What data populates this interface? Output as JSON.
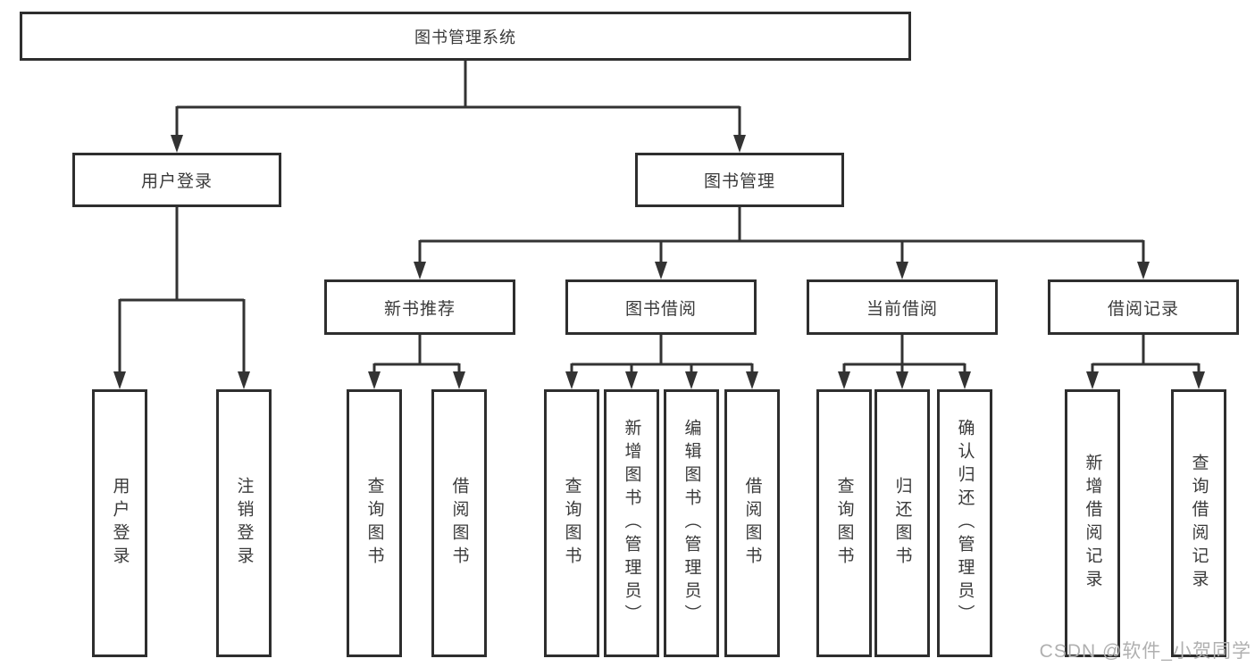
{
  "colors": {
    "line": "#333333",
    "border": "#2e2e2e",
    "text": "#3a3a3a",
    "watermark": "#b0b0b0",
    "background": "#ffffff"
  },
  "nodes": {
    "root": "图书管理系统",
    "user_login": "用户登录",
    "book_management": "图书管理",
    "new_book_recommend": "新书推荐",
    "book_borrow": "图书借阅",
    "current_borrow": "当前借阅",
    "borrow_records": "借阅记录",
    "leaf_user_login": "用户登录",
    "leaf_logout": "注销登录",
    "leaf_query_books_recommend": "查询图书",
    "leaf_borrow_books_recommend": "借阅图书",
    "leaf_query_books_borrow": "查询图书",
    "leaf_add_book_admin": "新增图书（管理员）",
    "leaf_edit_book_admin": "编辑图书（管理员）",
    "leaf_borrow_books_borrow": "借阅图书",
    "leaf_query_books_current": "查询图书",
    "leaf_return_book": "归还图书",
    "leaf_confirm_return_admin": "确认归还（管理员）",
    "leaf_add_borrow_record": "新增借阅记录",
    "leaf_query_borrow_record": "查询借阅记录"
  },
  "hierarchy": {
    "label": "图书管理系统",
    "children": [
      {
        "label": "用户登录",
        "children": [
          {
            "label": "用户登录"
          },
          {
            "label": "注销登录"
          }
        ]
      },
      {
        "label": "图书管理",
        "children": [
          {
            "label": "新书推荐",
            "children": [
              {
                "label": "查询图书"
              },
              {
                "label": "借阅图书"
              }
            ]
          },
          {
            "label": "图书借阅",
            "children": [
              {
                "label": "查询图书"
              },
              {
                "label": "新增图书（管理员）"
              },
              {
                "label": "编辑图书（管理员）"
              },
              {
                "label": "借阅图书"
              }
            ]
          },
          {
            "label": "当前借阅",
            "children": [
              {
                "label": "查询图书"
              },
              {
                "label": "归还图书"
              },
              {
                "label": "确认归还（管理员）"
              }
            ]
          },
          {
            "label": "借阅记录",
            "children": [
              {
                "label": "新增借阅记录"
              },
              {
                "label": "查询借阅记录"
              }
            ]
          }
        ]
      }
    ]
  },
  "watermark": "CSDN @软件_小贺同学"
}
